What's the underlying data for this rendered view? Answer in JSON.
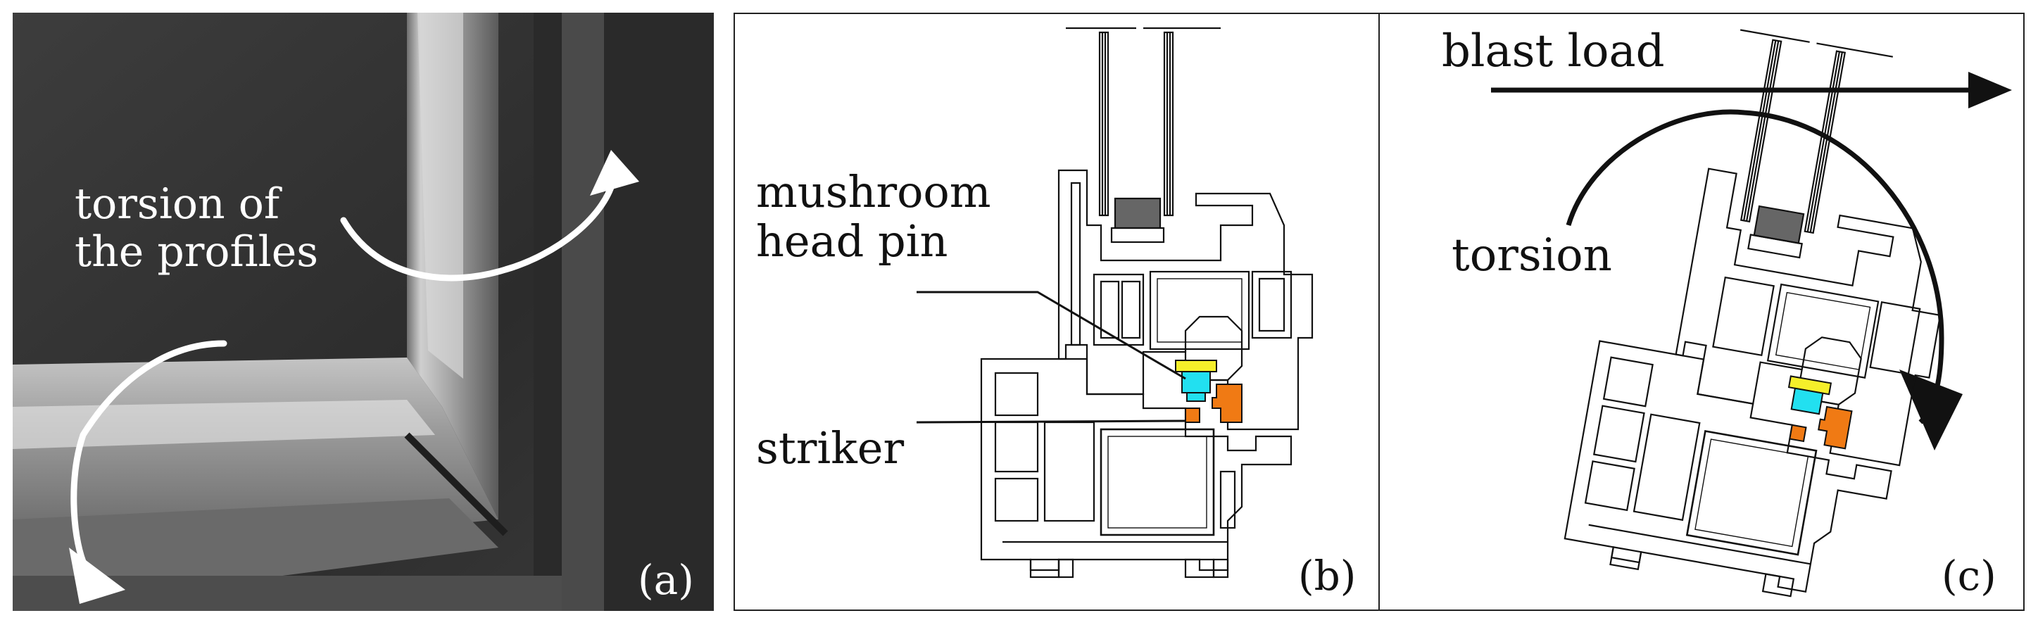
{
  "panel_a": {
    "annotation": "torsion of the profiles",
    "annotation_line1": "torsion of",
    "annotation_line2": "the profiles",
    "tag": "(a)"
  },
  "panel_b": {
    "label_pin_line1": "mushroom",
    "label_pin_line2": "head pin",
    "label_striker": "striker",
    "tag": "(b)",
    "colors": {
      "pin_head": "#f5ef2a",
      "pin_body": "#22e0f0",
      "striker": "#f07a14"
    }
  },
  "panel_c": {
    "label_load": "blast load",
    "label_torsion": "torsion",
    "tag": "(c)"
  }
}
